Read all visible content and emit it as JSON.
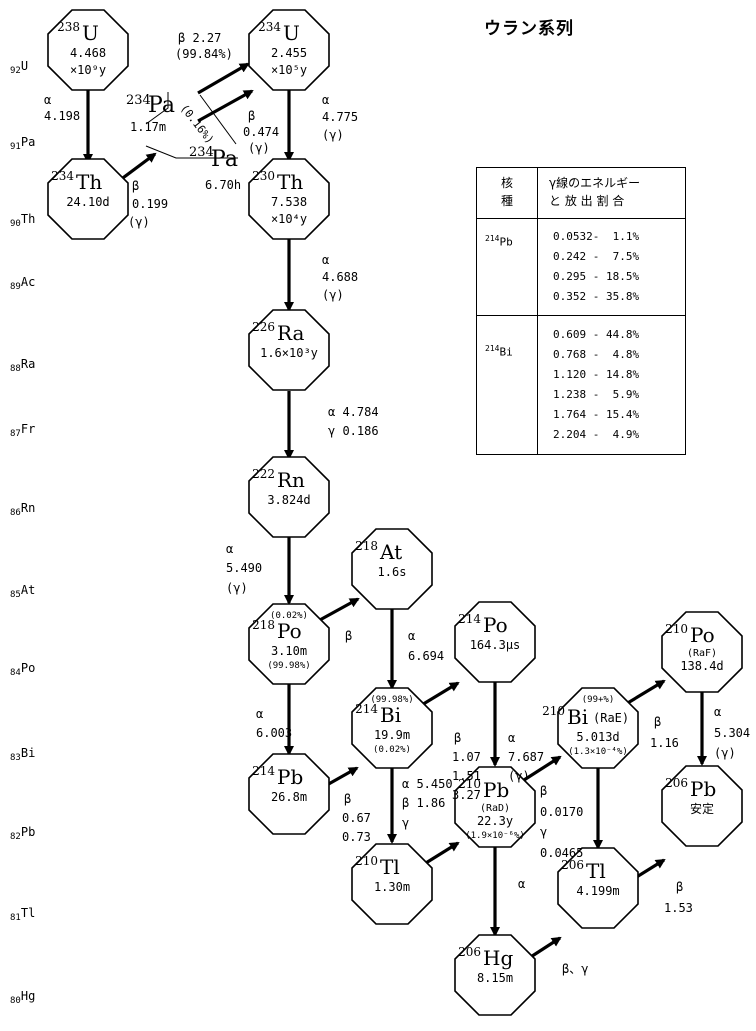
{
  "title": "ウラン系列",
  "elements": [
    "92U",
    "91Pa",
    "90Th",
    "89Ac",
    "88Ra",
    "87Fr",
    "86Rn",
    "85At",
    "84Po",
    "83Bi",
    "82Pb",
    "81Tl",
    "80Hg"
  ],
  "table": {
    "header_nuclide": [
      "核",
      "種"
    ],
    "header_energy": [
      "γ線のエネルギー",
      "と 放 出 割 合"
    ],
    "groups": [
      {
        "nuclide_mass": "214",
        "nuclide_sym": "Pb",
        "rows": [
          "0.0532-  1.1%",
          "0.242 -  7.5%",
          "0.295 - 18.5%",
          "0.352 - 35.8%"
        ]
      },
      {
        "nuclide_mass": "214",
        "nuclide_sym": "Bi",
        "rows": [
          "0.609 - 44.8%",
          "0.768 -  4.8%",
          "1.120 - 14.8%",
          "1.238 -  5.9%",
          "1.764 - 15.4%",
          "2.204 -  4.9%"
        ]
      }
    ]
  },
  "nuclides": {
    "U238": {
      "mass": "238",
      "sym": "U",
      "l1": "4.468",
      "l2": "×10⁹y"
    },
    "U234": {
      "mass": "234",
      "sym": "U",
      "l1": "2.455",
      "l2": "×10⁵y"
    },
    "Pa234": {
      "mass": "234",
      "sym": "Pa",
      "half1": "1.17m"
    },
    "Pa234b": {
      "mass": "234",
      "sym": "Pa",
      "half1": "6.70h"
    },
    "Th234": {
      "mass": "234",
      "sym": "Th",
      "l1": "24.10d"
    },
    "Th230": {
      "mass": "230",
      "sym": "Th",
      "l1": "7.538",
      "l2": "×10⁴y"
    },
    "Ra226": {
      "mass": "226",
      "sym": "Ra",
      "l1": "1.6×10³y"
    },
    "Rn222": {
      "mass": "222",
      "sym": "Rn",
      "l1": "3.824d"
    },
    "At218": {
      "mass": "218",
      "sym": "At",
      "l1": "1.6s"
    },
    "Po218": {
      "mass": "218",
      "sym": "Po",
      "top": "(0.02%)",
      "l1": "3.10m",
      "l2": "(99.98%)"
    },
    "Po214": {
      "mass": "214",
      "sym": "Po",
      "l1": "164.3μs"
    },
    "Po210": {
      "mass": "210",
      "sym": "Po",
      "sub": "(RaF)",
      "l1": "138.4d"
    },
    "Bi214": {
      "mass": "214",
      "sym": "Bi",
      "top": "(99.98%)",
      "l1": "19.9m",
      "l2": "(0.02%)"
    },
    "Bi210": {
      "mass": "210",
      "sym": "Bi",
      "extra": "(RaE)",
      "top": "(99+%)",
      "l1": "5.013d",
      "l2": "(1.3×10⁻⁴%)"
    },
    "Pb214": {
      "mass": "214",
      "sym": "Pb",
      "l1": "26.8m"
    },
    "Pb210": {
      "mass": "210",
      "sym": "Pb",
      "sub": "(RaD)",
      "l1": "22.3y",
      "l2": "(1.9×10⁻⁶%)"
    },
    "Pb206": {
      "mass": "206",
      "sym": "Pb",
      "l1": "安定"
    },
    "Tl210": {
      "mass": "210",
      "sym": "Tl",
      "l1": "1.30m"
    },
    "Tl206": {
      "mass": "206",
      "sym": "Tl",
      "l1": "4.199m"
    },
    "Hg206": {
      "mass": "206",
      "sym": "Hg",
      "l1": "8.15m"
    }
  },
  "decay_labels": {
    "u238_alpha": [
      "α",
      "4.198"
    ],
    "pa_beta": [
      "β  2.27",
      "(99.84%)"
    ],
    "pa_it": "(0.16%)",
    "pa_beta2": [
      "β",
      "0.474",
      "(γ)"
    ],
    "th234_beta": [
      "β",
      "0.199",
      "(γ)"
    ],
    "u234_alpha": [
      "α",
      "4.775",
      "(γ)"
    ],
    "th230_alpha": [
      "α",
      "4.688",
      "(γ)"
    ],
    "ra_alpha": [
      "α  4.784",
      "γ  0.186"
    ],
    "rn_alpha": [
      "α",
      "5.490",
      "(γ)"
    ],
    "po218_beta": "β",
    "po218_alpha": [
      "α",
      "6.003"
    ],
    "at_alpha": [
      "α",
      "6.694"
    ],
    "bi214_beta": [
      "β",
      "1.07",
      "1.51",
      "3.27"
    ],
    "po214_alpha": [
      "α",
      "7.687",
      "(γ)"
    ],
    "bi214_alpha": [
      "α  5.450",
      "β  1.86",
      "γ"
    ],
    "pb214_beta": [
      "β",
      "0.67",
      "0.73"
    ],
    "pb210_beta": [
      "β",
      "0.0170",
      "γ",
      "0.0465"
    ],
    "pb210_alpha": "α",
    "bi210_beta": [
      "β",
      "1.16"
    ],
    "po210_alpha": [
      "α",
      "5.304",
      "(γ)"
    ],
    "tl206_beta": [
      "β",
      "1.53"
    ],
    "hg_beta": "β、γ"
  }
}
